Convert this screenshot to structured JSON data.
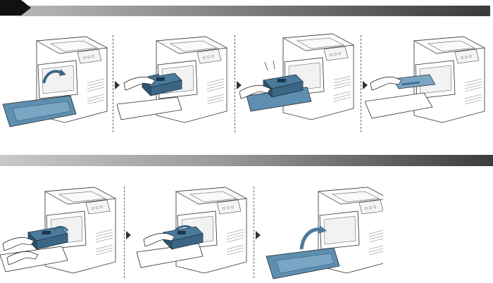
{
  "figure": {
    "sections": [
      {
        "id": "top",
        "steps": [
          {
            "step": 1,
            "action": "open-front-cover"
          },
          {
            "step": 2,
            "action": "pull-out-cartridge"
          },
          {
            "step": 3,
            "action": "insert-cartridge"
          },
          {
            "step": 4,
            "action": "remove-jammed-paper"
          }
        ]
      },
      {
        "id": "bottom",
        "steps": [
          {
            "step": 1,
            "action": "insert-cartridge"
          },
          {
            "step": 2,
            "action": "push-cartridge-in"
          },
          {
            "step": 3,
            "action": "close-front-cover"
          }
        ]
      }
    ]
  },
  "colors": {
    "accent": "#4a7a9c",
    "line": "#2b2b2b",
    "printer_body": "#ffffff"
  },
  "icons": [
    "step-arrow-icon",
    "rotation-arrow-icon"
  ]
}
